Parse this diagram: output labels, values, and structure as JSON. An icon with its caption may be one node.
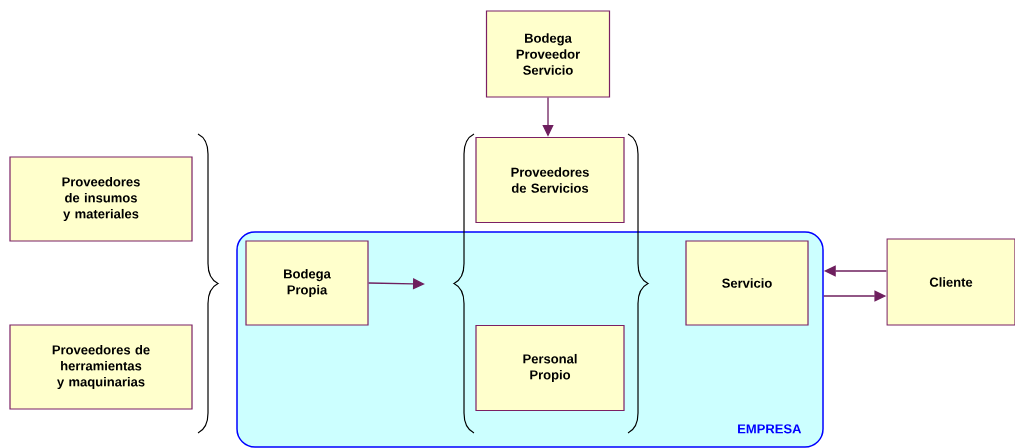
{
  "diagram": {
    "nodes": [
      {
        "text": [
          "Proveedores de insumos y materiales"
        ]
      },
      {
        "text": [
          "Proveedores de herramientas y maquinarias"
        ]
      },
      {
        "text": [
          "EMPRESA"
        ]
      },
      {
        "text": [
          "Bodega Propia"
        ],
        "in": 2
      },
      {
        "text": [
          "Bodega Proveedor Servicio"
        ]
      },
      {
        "text": [
          "Proveedores de Servicios"
        ]
      },
      {
        "text": [
          "Personal Propio"
        ],
        "in": 2
      },
      {
        "text": [
          "Servicio"
        ],
        "in": 2
      },
      {
        "text": [
          "Cliente"
        ]
      }
    ],
    "edges": [
      {
        "from": 4,
        "to": 5,
        "arrow": "to"
      },
      {
        "from": 3,
        "to": null,
        "arrow": "to"
      },
      {
        "from": 8,
        "to": 2,
        "arrow": "to"
      },
      {
        "from": 2,
        "to": 8,
        "arrow": "to"
      }
    ]
  }
}
